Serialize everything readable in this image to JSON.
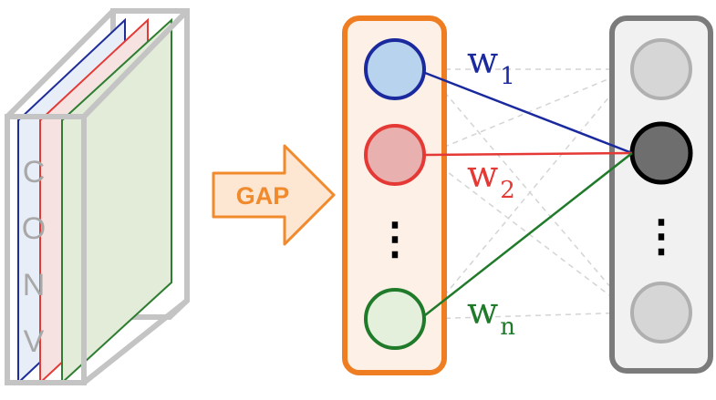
{
  "conv_block": {
    "letters": [
      "C",
      "O",
      "N",
      "V"
    ],
    "feature_map_colors": [
      "#1f2d9a",
      "#e53935",
      "#2e7d32"
    ],
    "frame_color": "#c0c0c0"
  },
  "gap_arrow": {
    "label": "GAP",
    "color": "#f08a2c",
    "fill": "#fde6d2"
  },
  "pooled_layer": {
    "frame_color": "#ef7d22",
    "background": "#fdf0e6",
    "nodes": [
      {
        "stroke": "#1a2a9e",
        "fill": "#b8d3ee"
      },
      {
        "stroke": "#e53935",
        "fill": "#e8b0ae"
      },
      {
        "stroke": "#1f7a2a",
        "fill": "#e4efdc"
      }
    ],
    "ellipsis": "⋮"
  },
  "output_layer": {
    "frame_color": "#7b7b7b",
    "background": "#f1f1f1",
    "active_node": {
      "stroke": "#000000",
      "fill": "#6e6e6e"
    },
    "inactive_node": {
      "stroke": "#b0b0b0",
      "fill": "#d6d6d6"
    },
    "ellipsis": "⋮"
  },
  "weights": [
    {
      "label": "w",
      "subscript": "1",
      "color": "#1a2a9e"
    },
    {
      "label": "w",
      "subscript": "2",
      "color": "#e53935"
    },
    {
      "label": "w",
      "subscript": "n",
      "color": "#1f7a2a"
    }
  ],
  "faint_connection_color": "#d4d4d4"
}
